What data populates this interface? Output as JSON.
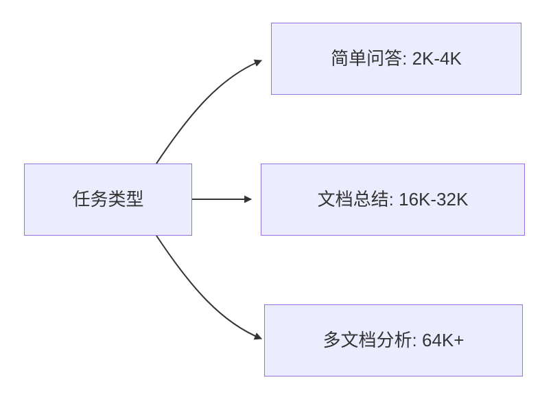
{
  "diagram": {
    "type": "flowchart-left-to-right",
    "root": {
      "label": "任务类型"
    },
    "nodes": [
      {
        "id": "simple-qa",
        "label": "简单问答: 2K-4K"
      },
      {
        "id": "doc-summary",
        "label": "文档总结: 16K-32K"
      },
      {
        "id": "multi-doc",
        "label": "多文档分析: 64K+"
      }
    ],
    "edges": [
      {
        "from": "任务类型",
        "to": "简单问答: 2K-4K"
      },
      {
        "from": "任务类型",
        "to": "文档总结: 16K-32K"
      },
      {
        "from": "任务类型",
        "to": "多文档分析: 64K+"
      }
    ],
    "colors": {
      "node_fill": "#ECECFF",
      "node_border": "#9370DB",
      "edge": "#333333",
      "text": "#333333"
    }
  }
}
